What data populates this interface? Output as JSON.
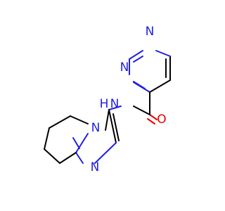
{
  "atoms": {
    "pyrimidine_n1": {
      "symbol": "N",
      "color": "#1f1fe6"
    },
    "pyrimidine_n3": {
      "symbol": "N",
      "color": "#1f1fe6"
    },
    "amide_nh": {
      "symbol": "N",
      "suffix": "H",
      "color": "#1f1fe6"
    },
    "carbonyl_o": {
      "symbol": "O",
      "color": "#e60000"
    },
    "bridgehead_n": {
      "symbol": "N",
      "color": "#1f1fe6"
    },
    "imidazole_n": {
      "symbol": "N",
      "color": "#1f1fe6"
    }
  },
  "colors": {
    "bond": "#000000",
    "nitrogen": "#1f1fe6",
    "oxygen": "#e60000",
    "background": "#ffffff"
  }
}
